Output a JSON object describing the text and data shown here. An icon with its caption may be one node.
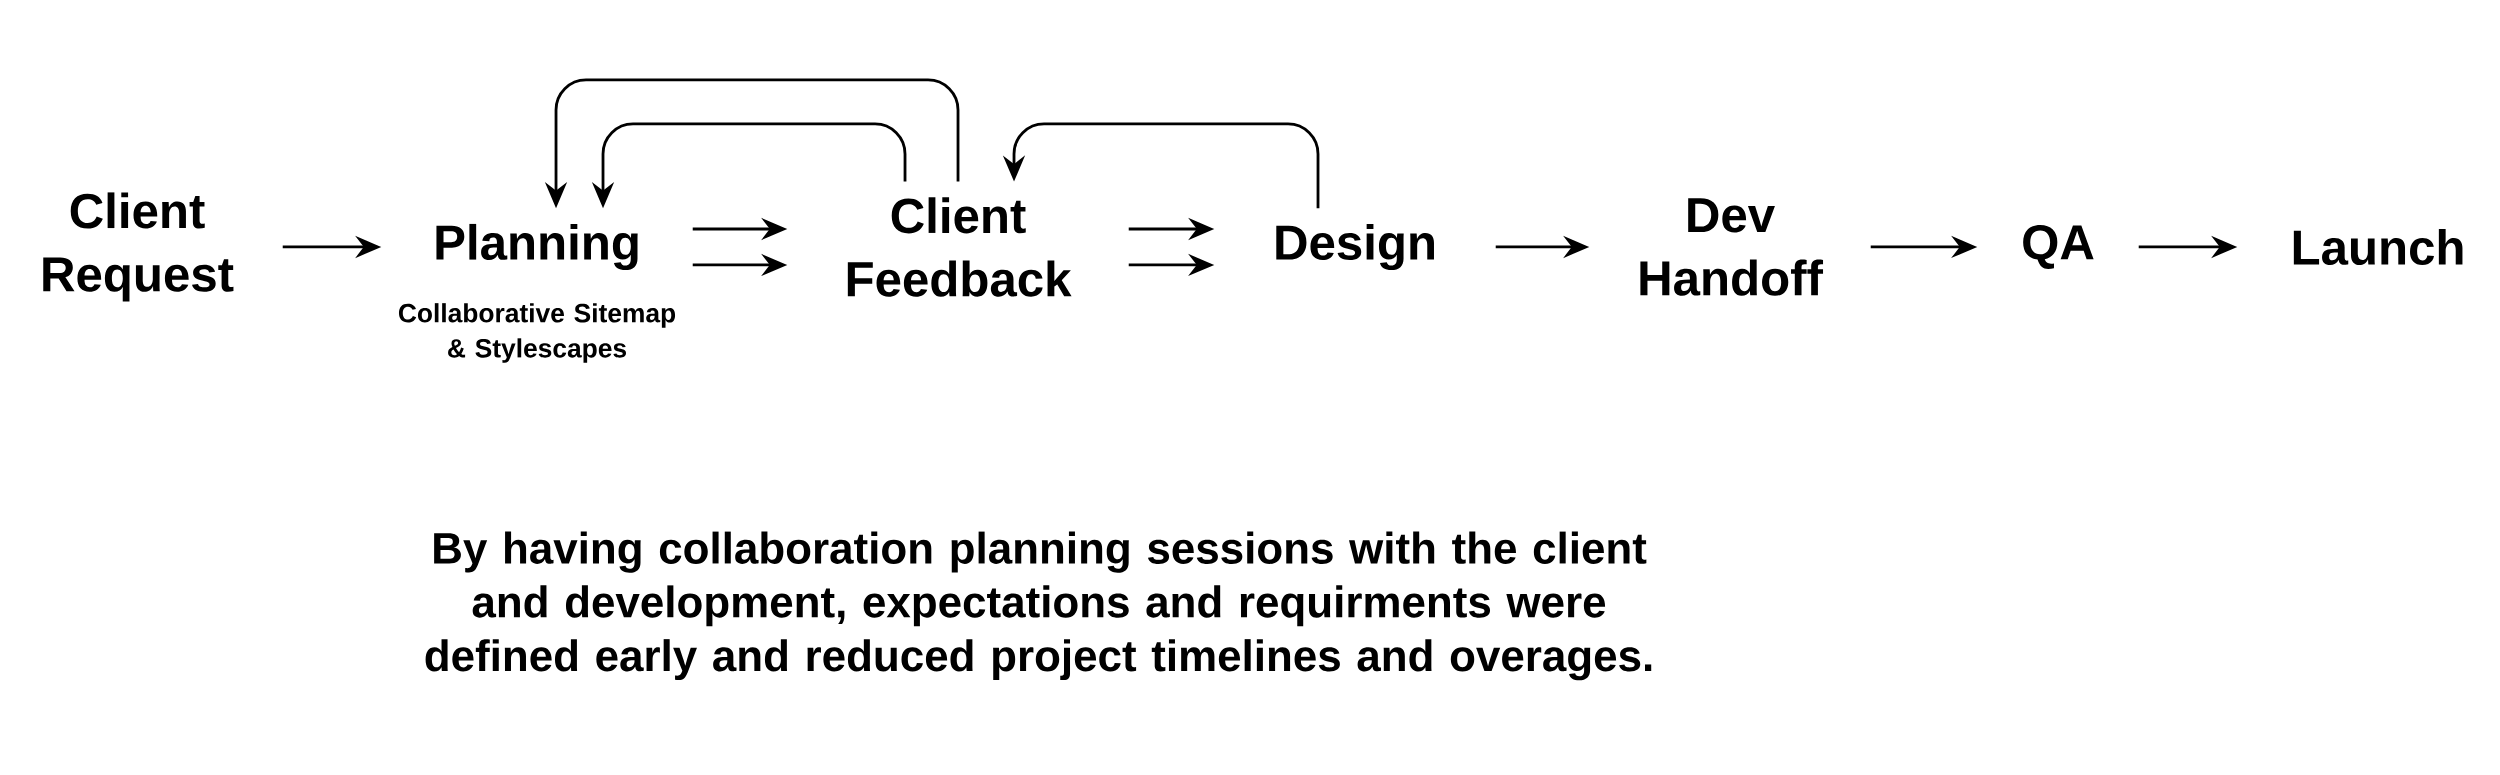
{
  "diagram": {
    "nodes": [
      {
        "text": [
          "Client Request"
        ]
      },
      {
        "text": [
          "Planning"
        ],
        "beside": [
          "Collaborative Sitemap & Stylescapes"
        ]
      },
      {
        "text": [
          "Client Feedback"
        ]
      },
      {
        "text": [
          "Design"
        ]
      },
      {
        "text": [
          "Dev Handoff"
        ]
      },
      {
        "text": [
          "QA"
        ]
      },
      {
        "text": [
          "Launch"
        ]
      }
    ],
    "edges": [
      {
        "from": 0,
        "to": 1,
        "arrow": "to"
      },
      {
        "from": 1,
        "to": 2,
        "arrow": "to"
      },
      {
        "from": 1,
        "to": 2,
        "arrow": "to"
      },
      {
        "from": 2,
        "to": 1,
        "arrow": "to"
      },
      {
        "from": 2,
        "to": 1,
        "arrow": "to"
      },
      {
        "from": 2,
        "to": 3,
        "arrow": "to"
      },
      {
        "from": 2,
        "to": 3,
        "arrow": "to"
      },
      {
        "from": 3,
        "to": 2,
        "arrow": "to"
      },
      {
        "from": 3,
        "to": 4,
        "arrow": "to"
      },
      {
        "from": 4,
        "to": 5,
        "arrow": "to"
      },
      {
        "from": 5,
        "to": 6,
        "arrow": "to"
      }
    ],
    "caption": "By having collaboration planning sessions with the client and development, expectations and requirments were defined early and reduced project timelines and overages."
  }
}
